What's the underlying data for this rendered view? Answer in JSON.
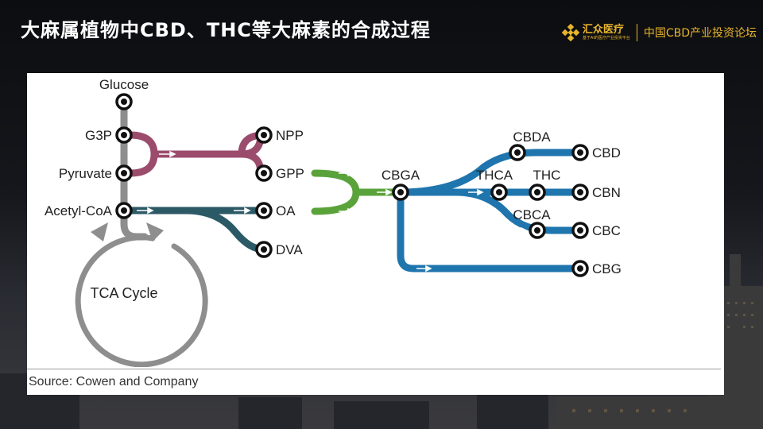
{
  "slide": {
    "title": "大麻属植物中CBD、THC等大麻素的合成过程"
  },
  "brand": {
    "name": "汇众医疗",
    "tagline": "基于AI的医疗产业投资平台",
    "forum": "中国CBD产业投资论坛",
    "color": "#e7b52c"
  },
  "diagram": {
    "nodes": {
      "glucose": "Glucose",
      "g3p": "G3P",
      "pyruvate": "Pyruvate",
      "acetyl_coa": "Acetyl-CoA",
      "tca_cycle": "TCA Cycle",
      "npp": "NPP",
      "gpp": "GPP",
      "oa": "OA",
      "dva": "DVA",
      "cbga": "CBGA",
      "cbda": "CBDA",
      "cbd": "CBD",
      "thca": "THCA",
      "thc": "THC",
      "cbn": "CBN",
      "cbca": "CBCA",
      "cbc": "CBC",
      "cbg": "CBG"
    },
    "colors": {
      "gray": "#8e8e8e",
      "maroon": "#9b4c6c",
      "teal": "#2c5966",
      "green": "#5aa33a",
      "blue": "#1f75ad"
    }
  },
  "source": "Source: Cowen and Company"
}
